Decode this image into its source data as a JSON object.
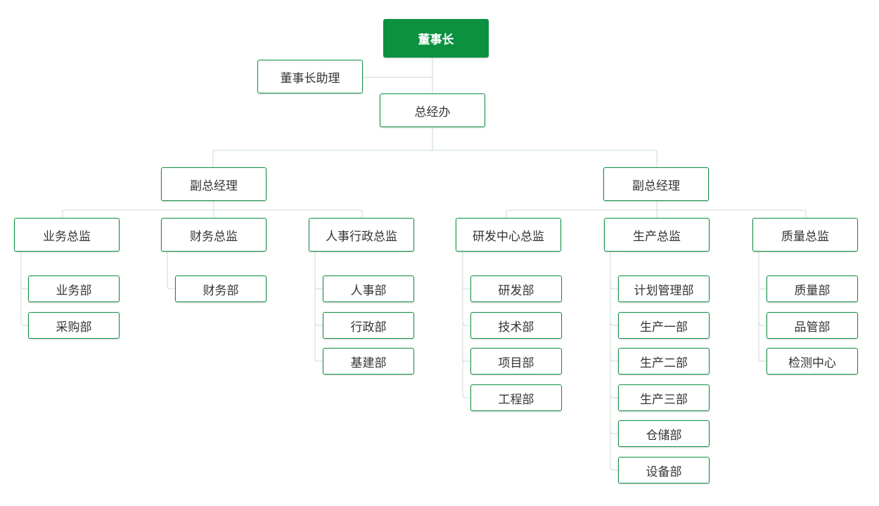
{
  "colors": {
    "accent": "#0b9140",
    "connector": "#c9dcd3",
    "text": "#333333",
    "root_text": "#ffffff"
  },
  "org": {
    "root": {
      "name": "董事长"
    },
    "assistant": {
      "name": "董事长助理"
    },
    "general_office": {
      "name": "总经办"
    },
    "vice_managers": [
      {
        "name": "副总经理",
        "directors": [
          {
            "name": "业务总监",
            "departments": [
              "业务部",
              "采购部"
            ]
          },
          {
            "name": "财务总监",
            "departments": [
              "财务部"
            ]
          },
          {
            "name": "人事行政总监",
            "departments": [
              "人事部",
              "行政部",
              "基建部"
            ]
          }
        ]
      },
      {
        "name": "副总经理",
        "directors": [
          {
            "name": "研发中心总监",
            "departments": [
              "研发部",
              "技术部",
              "项目部",
              "工程部"
            ]
          },
          {
            "name": "生产总监",
            "departments": [
              "计划管理部",
              "生产一部",
              "生产二部",
              "生产三部",
              "仓储部",
              "设备部"
            ]
          },
          {
            "name": "质量总监",
            "departments": [
              "质量部",
              "品管部",
              "检测中心"
            ]
          }
        ]
      }
    ]
  }
}
